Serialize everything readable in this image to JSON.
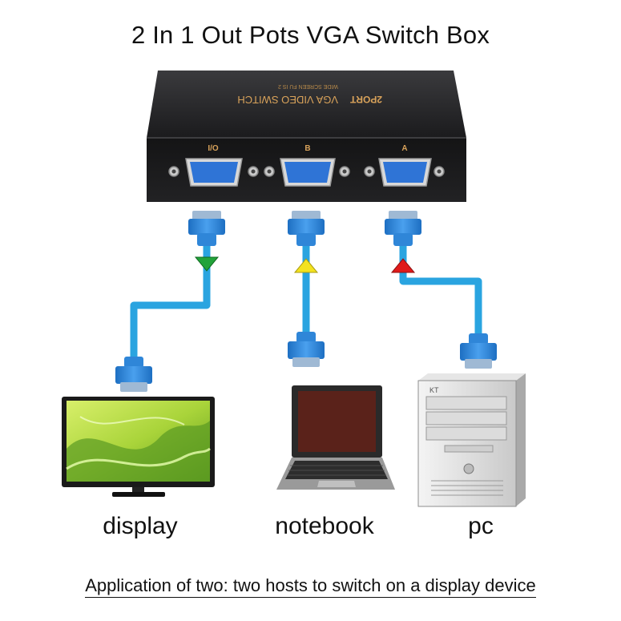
{
  "title": "2 In 1 Out Pots VGA Switch Box",
  "switch_box": {
    "brand_text": "2PORT",
    "model_text": "VGA VIDEO SWITCH",
    "sub_text": "WIDE SCREEN  FU IS 2",
    "ports": [
      {
        "label": "I/O"
      },
      {
        "label": "B"
      },
      {
        "label": "A"
      }
    ]
  },
  "devices": [
    {
      "label": "display"
    },
    {
      "label": "notebook"
    },
    {
      "label": "pc",
      "case_text": "KT"
    }
  ],
  "caption": "Application of two: two hosts to switch on a display device",
  "colors": {
    "cable": "#2aa4e0",
    "connector": "#2f86d8",
    "arrow_green": "#22a33a",
    "arrow_yellow": "#f3e21f",
    "arrow_red": "#e01b1b",
    "box": "#1c1c1e",
    "box_text": "#d8a25a"
  }
}
